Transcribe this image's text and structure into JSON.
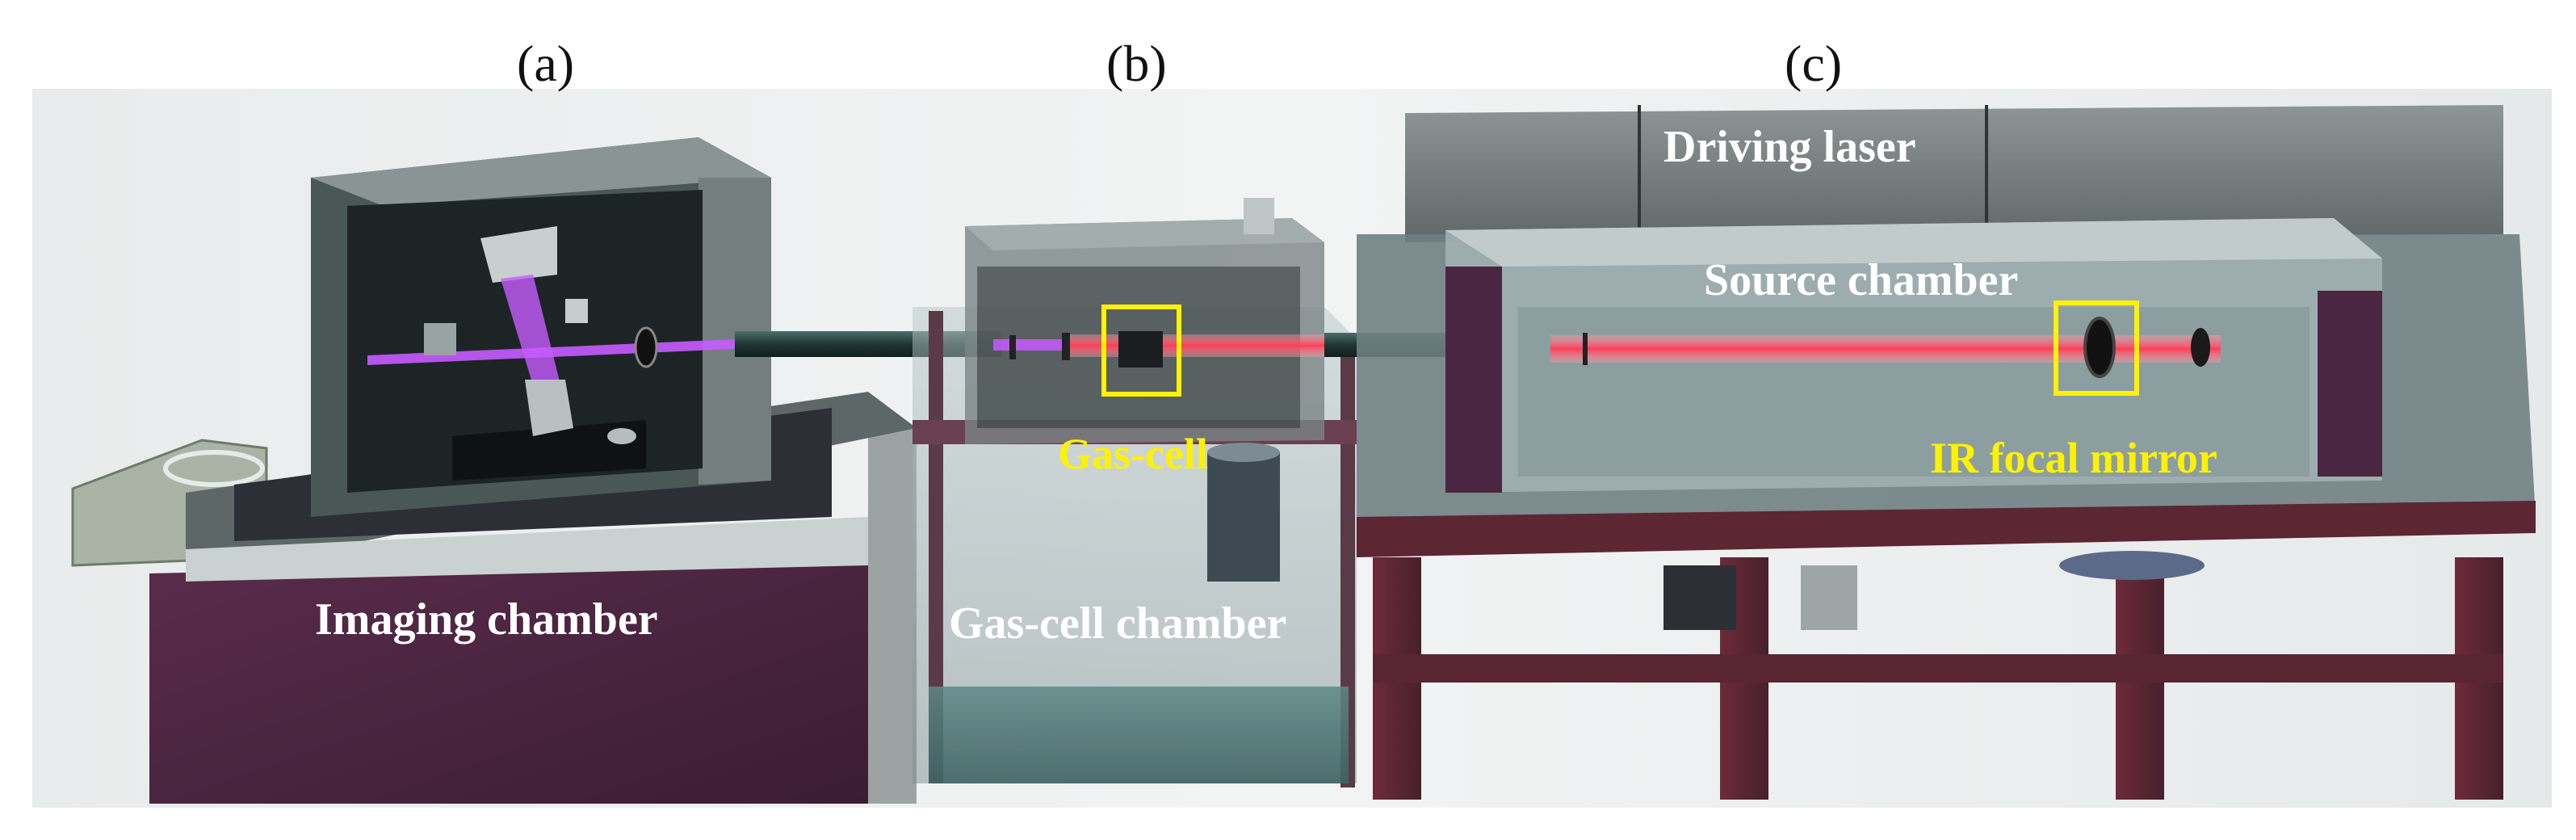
{
  "panels": {
    "a": "(a)",
    "b": "(b)",
    "c": "(c)"
  },
  "labels": {
    "imaging_chamber": "Imaging chamber",
    "gas_cell_chamber": "Gas-cell chamber",
    "gas_cell": "Gas-cell",
    "driving_laser": "Driving laser",
    "source_chamber": "Source chamber",
    "ir_focal_mirror": "IR focal mirror"
  },
  "colors": {
    "highlight_box": "#fff200",
    "ir_beam": "#ff6b7a",
    "xuv_beam": "#c65bff",
    "chamber_frame": "#5a2f45",
    "table_top": "#6f7f82",
    "tube": "#2c4a48"
  }
}
